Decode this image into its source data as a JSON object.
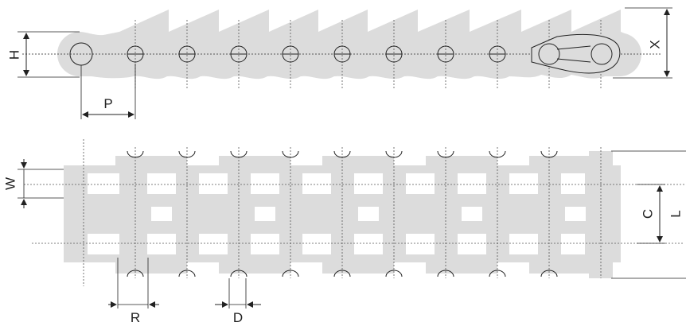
{
  "diagram": {
    "colors": {
      "chain_fill": "#dcdcdc",
      "line": "#222222",
      "centerline": "#555555"
    },
    "dimension_labels": {
      "H": "H",
      "P": "P",
      "X": "X",
      "W": "W",
      "C": "C",
      "L": "L",
      "R": "R",
      "D": "D"
    }
  }
}
